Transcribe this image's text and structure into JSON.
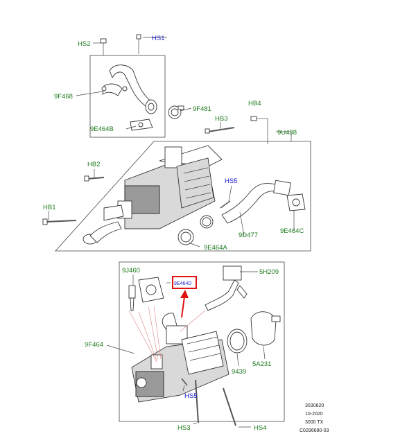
{
  "labels": {
    "hs1": "HS1",
    "hs2": "HS2",
    "f468": "9F468",
    "f481": "9F481",
    "e464b": "9E464B",
    "hb4": "HB4",
    "hb3": "HB3",
    "u438": "9U438",
    "hb2": "HB2",
    "hs5_top": "HS5",
    "hb1": "HB1",
    "d477": "9D477",
    "e464c": "9E464C",
    "e464a": "9E464A",
    "j460": "9J460",
    "h209": "5H209",
    "highlight_part": "9E464D",
    "f464": "9F464",
    "p9439": "9439",
    "a231": "5A231",
    "hs5_bottom": "HS5",
    "hs3": "HS3",
    "hs4": "HS4"
  },
  "code_block": {
    "line1": "3030820",
    "line2": "10-2020",
    "line3": "3000 TX",
    "line4": "C0296680-03"
  },
  "colors": {
    "label_green": "#1e7a1e",
    "label_blue": "#1a1acc",
    "highlight_red": "#e01010",
    "highlight_blue": "#1a1acc"
  }
}
